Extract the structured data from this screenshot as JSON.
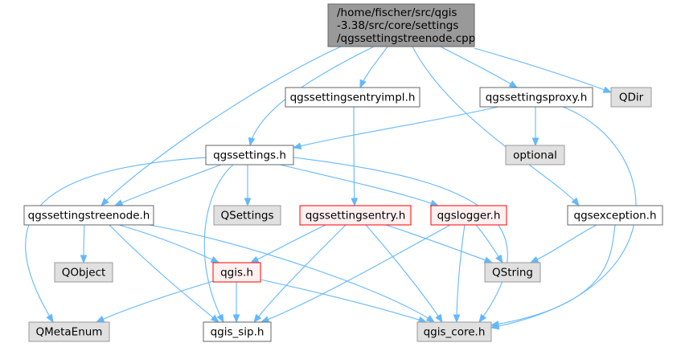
{
  "colors": {
    "edge": "#63b8ff",
    "root_fill": "#999999",
    "root_stroke": "#666666",
    "documented_fill": "#ffffff",
    "documented_stroke": "#666666",
    "external_fill": "#e0e0e0",
    "external_stroke": "#999999",
    "truncated_fill": "#fff0f0",
    "truncated_stroke": "#ff0000"
  },
  "nodes": [
    {
      "id": "root",
      "kind": "root",
      "lines": [
        "/home/fischer/src/qgis",
        "-3.38/src/core/settings",
        "/qgssettingstreenode.cpp"
      ]
    },
    {
      "id": "entryimpl",
      "kind": "documented",
      "lines": [
        "qgssettingsentryimpl.h"
      ]
    },
    {
      "id": "proxy",
      "kind": "documented",
      "lines": [
        "qgssettingsproxy.h"
      ]
    },
    {
      "id": "qdir",
      "kind": "external",
      "lines": [
        "QDir"
      ]
    },
    {
      "id": "optional",
      "kind": "external",
      "lines": [
        "optional"
      ]
    },
    {
      "id": "settings",
      "kind": "documented",
      "lines": [
        "qgssettings.h"
      ]
    },
    {
      "id": "treenode",
      "kind": "documented",
      "lines": [
        "qgssettingstreenode.h"
      ]
    },
    {
      "id": "qsettings",
      "kind": "external",
      "lines": [
        "QSettings"
      ]
    },
    {
      "id": "entry",
      "kind": "truncated",
      "lines": [
        "qgssettingsentry.h"
      ]
    },
    {
      "id": "logger",
      "kind": "truncated",
      "lines": [
        "qgslogger.h"
      ]
    },
    {
      "id": "exception",
      "kind": "documented",
      "lines": [
        "qgsexception.h"
      ]
    },
    {
      "id": "qobject",
      "kind": "external",
      "lines": [
        "QObject"
      ]
    },
    {
      "id": "qgis",
      "kind": "truncated",
      "lines": [
        "qgis.h"
      ]
    },
    {
      "id": "qstring",
      "kind": "external",
      "lines": [
        "QString"
      ]
    },
    {
      "id": "qmetaenum",
      "kind": "external",
      "lines": [
        "QMetaEnum"
      ]
    },
    {
      "id": "qgissip",
      "kind": "documented",
      "lines": [
        "qgis_sip.h"
      ]
    },
    {
      "id": "qgiscore",
      "kind": "external",
      "lines": [
        "qgis_core.h"
      ]
    }
  ],
  "edges": [
    [
      "root",
      "treenode"
    ],
    [
      "root",
      "settings"
    ],
    [
      "root",
      "entryimpl"
    ],
    [
      "root",
      "proxy"
    ],
    [
      "root",
      "qdir"
    ],
    [
      "root",
      "exception"
    ],
    [
      "entryimpl",
      "entry"
    ],
    [
      "proxy",
      "settings"
    ],
    [
      "proxy",
      "optional"
    ],
    [
      "proxy",
      "qgiscore"
    ],
    [
      "settings",
      "treenode"
    ],
    [
      "settings",
      "qsettings"
    ],
    [
      "settings",
      "logger"
    ],
    [
      "settings",
      "qmetaenum"
    ],
    [
      "settings",
      "qgissip"
    ],
    [
      "settings",
      "qgiscore"
    ],
    [
      "treenode",
      "qobject"
    ],
    [
      "treenode",
      "qgis"
    ],
    [
      "treenode",
      "qgissip"
    ],
    [
      "treenode",
      "qgiscore"
    ],
    [
      "entry",
      "qgis"
    ],
    [
      "entry",
      "qstring"
    ],
    [
      "entry",
      "qgissip"
    ],
    [
      "entry",
      "qgiscore"
    ],
    [
      "logger",
      "qstring"
    ],
    [
      "logger",
      "qgissip"
    ],
    [
      "logger",
      "qgiscore"
    ],
    [
      "exception",
      "qstring"
    ],
    [
      "exception",
      "qgiscore"
    ],
    [
      "qgis",
      "qmetaenum"
    ],
    [
      "qgis",
      "qgissip"
    ],
    [
      "qgis",
      "qgiscore"
    ]
  ]
}
